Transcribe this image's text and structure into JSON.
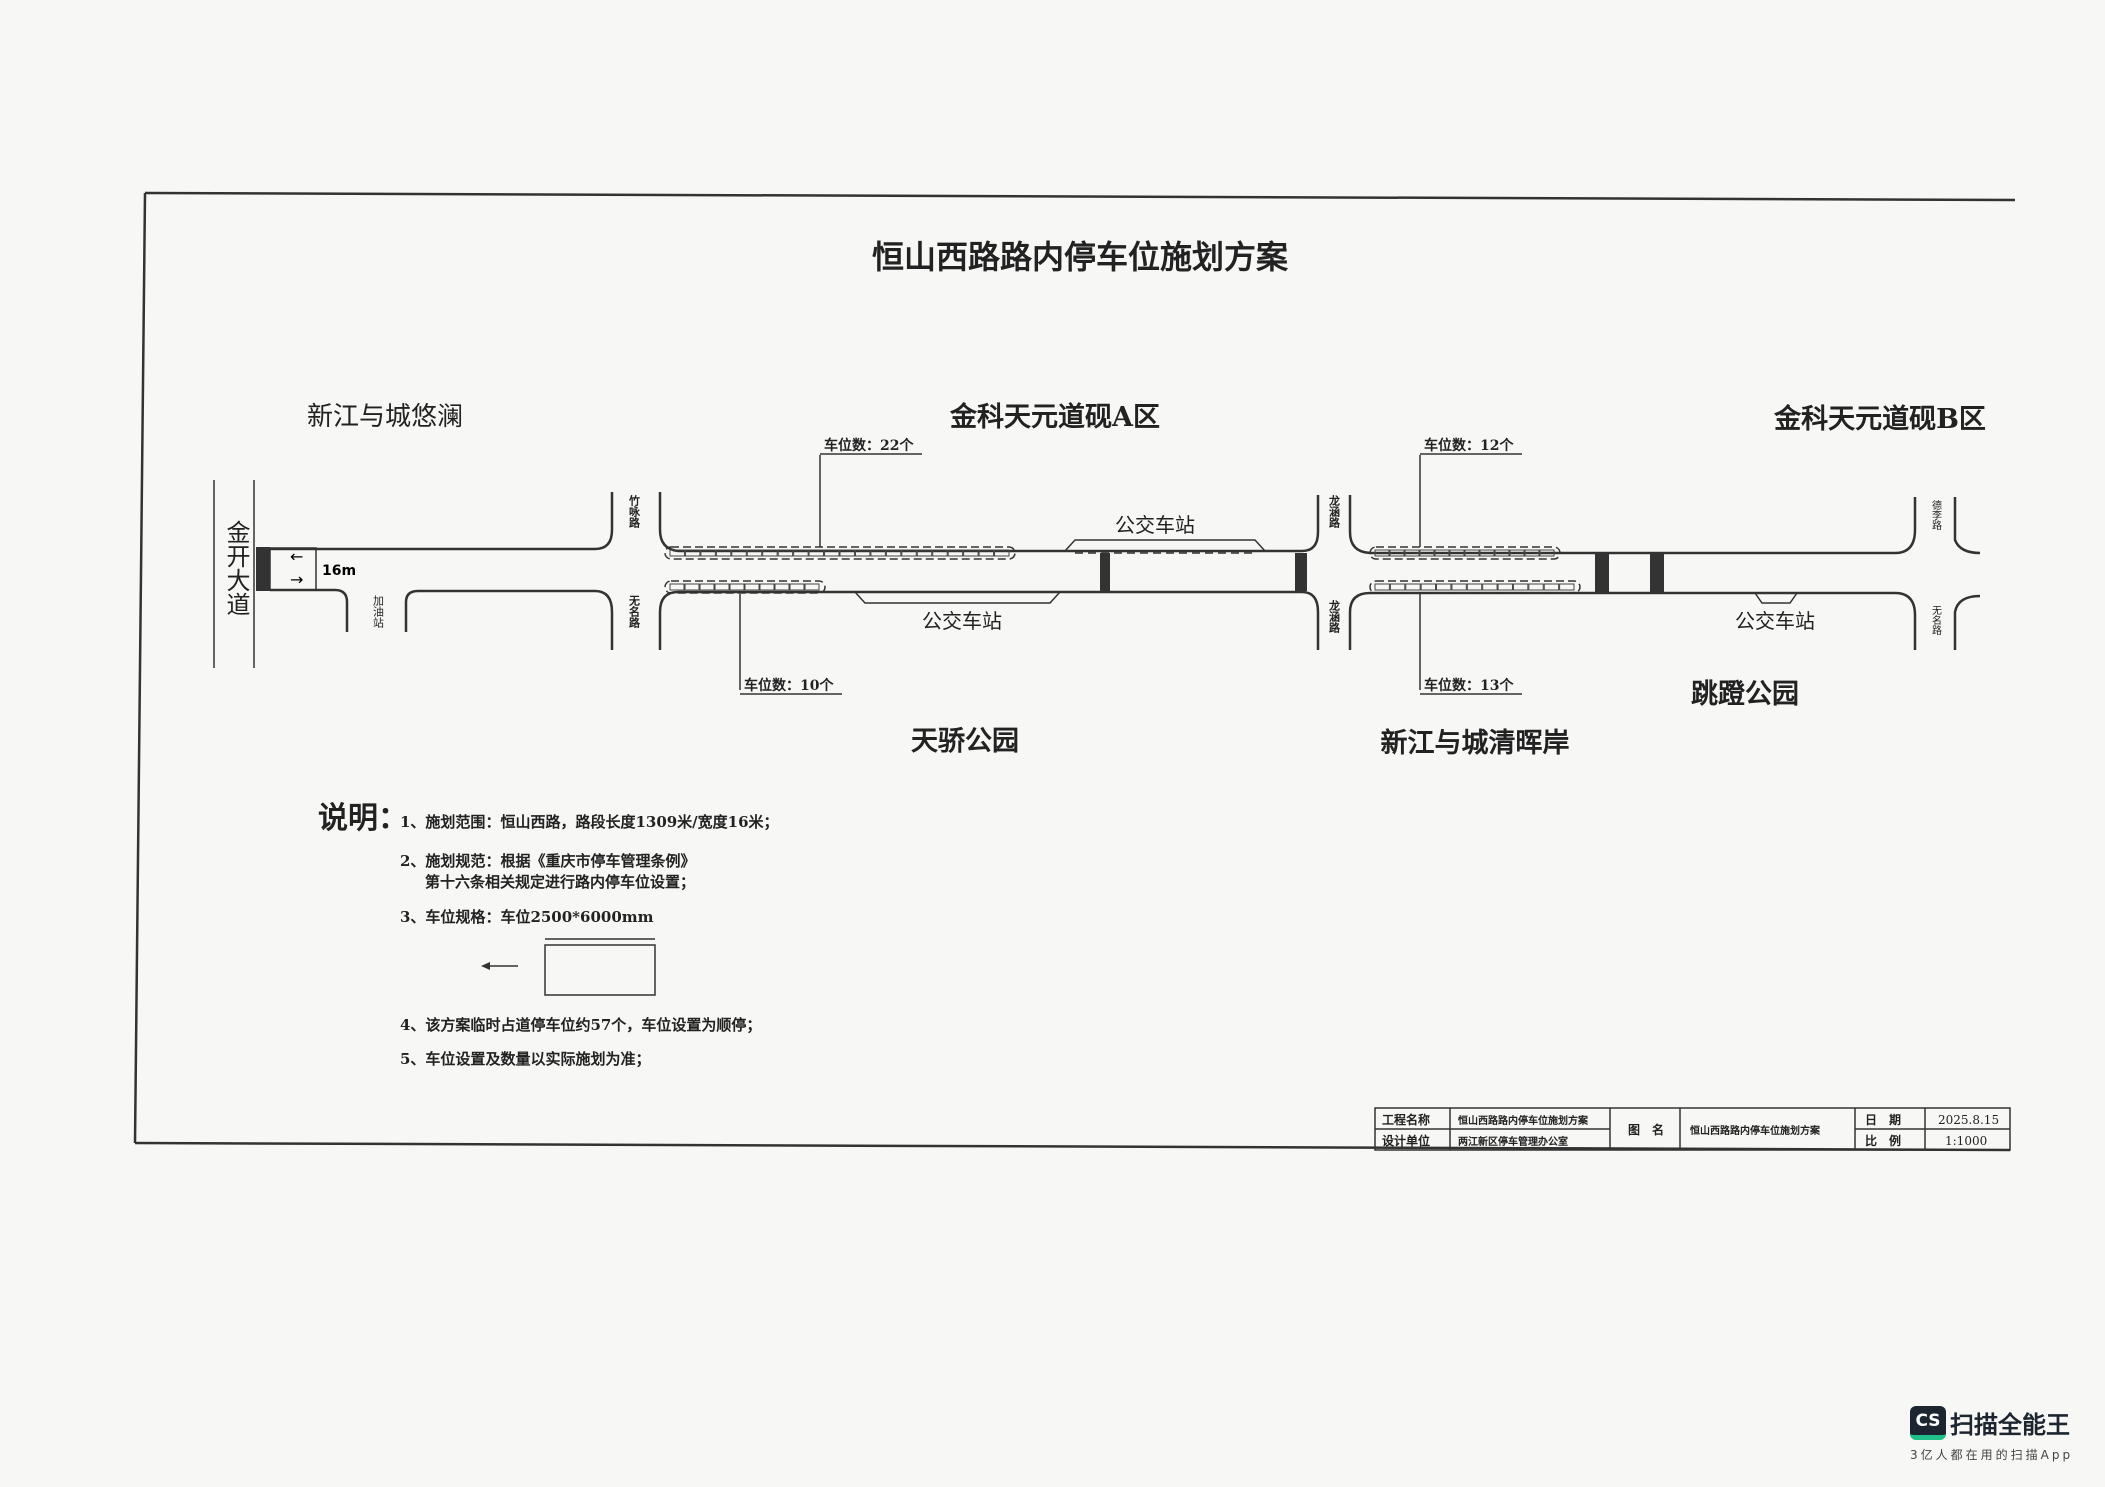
{
  "title": "恒山西路路内停车位施划方案",
  "areas": {
    "top_left": "新江与城悠澜",
    "top_center": "金科天元道砚A区",
    "top_right": "金科天元道砚B区",
    "bottom_center_left": "天骄公园",
    "bottom_center_right": "新江与城清晖岸",
    "bottom_right": "跳蹬公园"
  },
  "roads": {
    "main_cross": "金开大道",
    "width_label": "16m",
    "gas_station": "加油站",
    "zhuyong": "竹咏路",
    "wuming1": "无名路",
    "longhan_top": "龙涵路",
    "longhan_bottom": "龙涵路",
    "right_top": "德李路",
    "wuming2": "无名路"
  },
  "parking": [
    {
      "label": "车位数：22个",
      "count": 22
    },
    {
      "label": "车位数：10个",
      "count": 10
    },
    {
      "label": "车位数：12个",
      "count": 12
    },
    {
      "label": "车位数：13个",
      "count": 13
    }
  ],
  "bus_stops": [
    "公交车站",
    "公交车站",
    "公交车站"
  ],
  "notes": {
    "heading": "说明：",
    "items": [
      "1、施划范围：恒山西路，路段长度1309米/宽度16米；",
      "2、施划规范：根据《重庆市停车管理条例》",
      "第十六条相关规定进行路内停车位设置；",
      "3、车位规格：车位2500*6000mm",
      "4、该方案临时占道停车位约57个，车位设置为顺停；",
      "5、车位设置及数量以实际施划为准；"
    ]
  },
  "title_block": {
    "project_label": "工程名称",
    "project_value": "恒山西路路内停车位施划方案",
    "design_label": "设计单位",
    "design_value": "两江新区停车管理办公室",
    "drawing_label": "图　名",
    "drawing_value": "恒山西路路内停车位施划方案",
    "date_label": "日　期",
    "date_value": "2025.8.15",
    "scale_label": "比　例",
    "scale_value": "1:1000"
  },
  "watermark": {
    "logo": "CS",
    "name": "扫描全能王",
    "tagline": "3亿人都在用的扫描App"
  }
}
